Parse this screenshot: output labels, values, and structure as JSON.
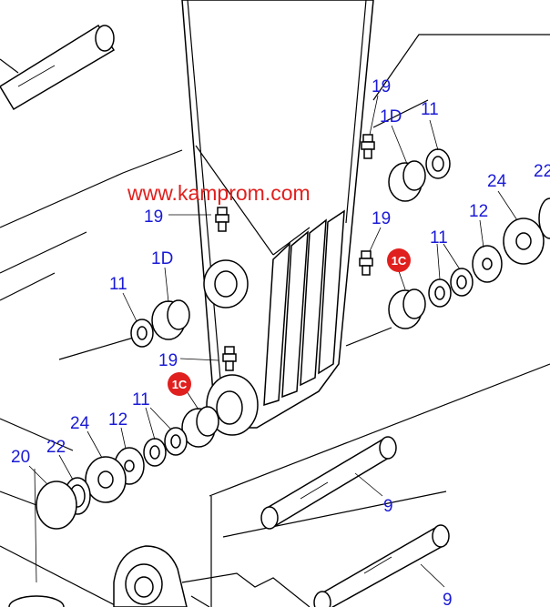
{
  "watermark": "www.kamprom.com",
  "colors": {
    "callout": "#1a1ad6",
    "badge": "#e0201e",
    "line": "#000000"
  },
  "callouts": {
    "c19_top": "19",
    "c1D_top": "1D",
    "c11_top": "11",
    "c22_top": "22",
    "c24_right": "24",
    "c19_left": "19",
    "c19_mid": "19",
    "c12_right": "12",
    "c11_right": "11",
    "c1D_left": "1D",
    "c11_left": "11",
    "c19_low": "19",
    "c11_bottom": "11",
    "c24_bottom": "24",
    "c12_bottom": "12",
    "c20": "20",
    "c22_bottom": "22",
    "c9_upper": "9",
    "c9_lower": "9"
  },
  "badges": {
    "b1C_right": "1C",
    "b1C_left": "1C"
  }
}
